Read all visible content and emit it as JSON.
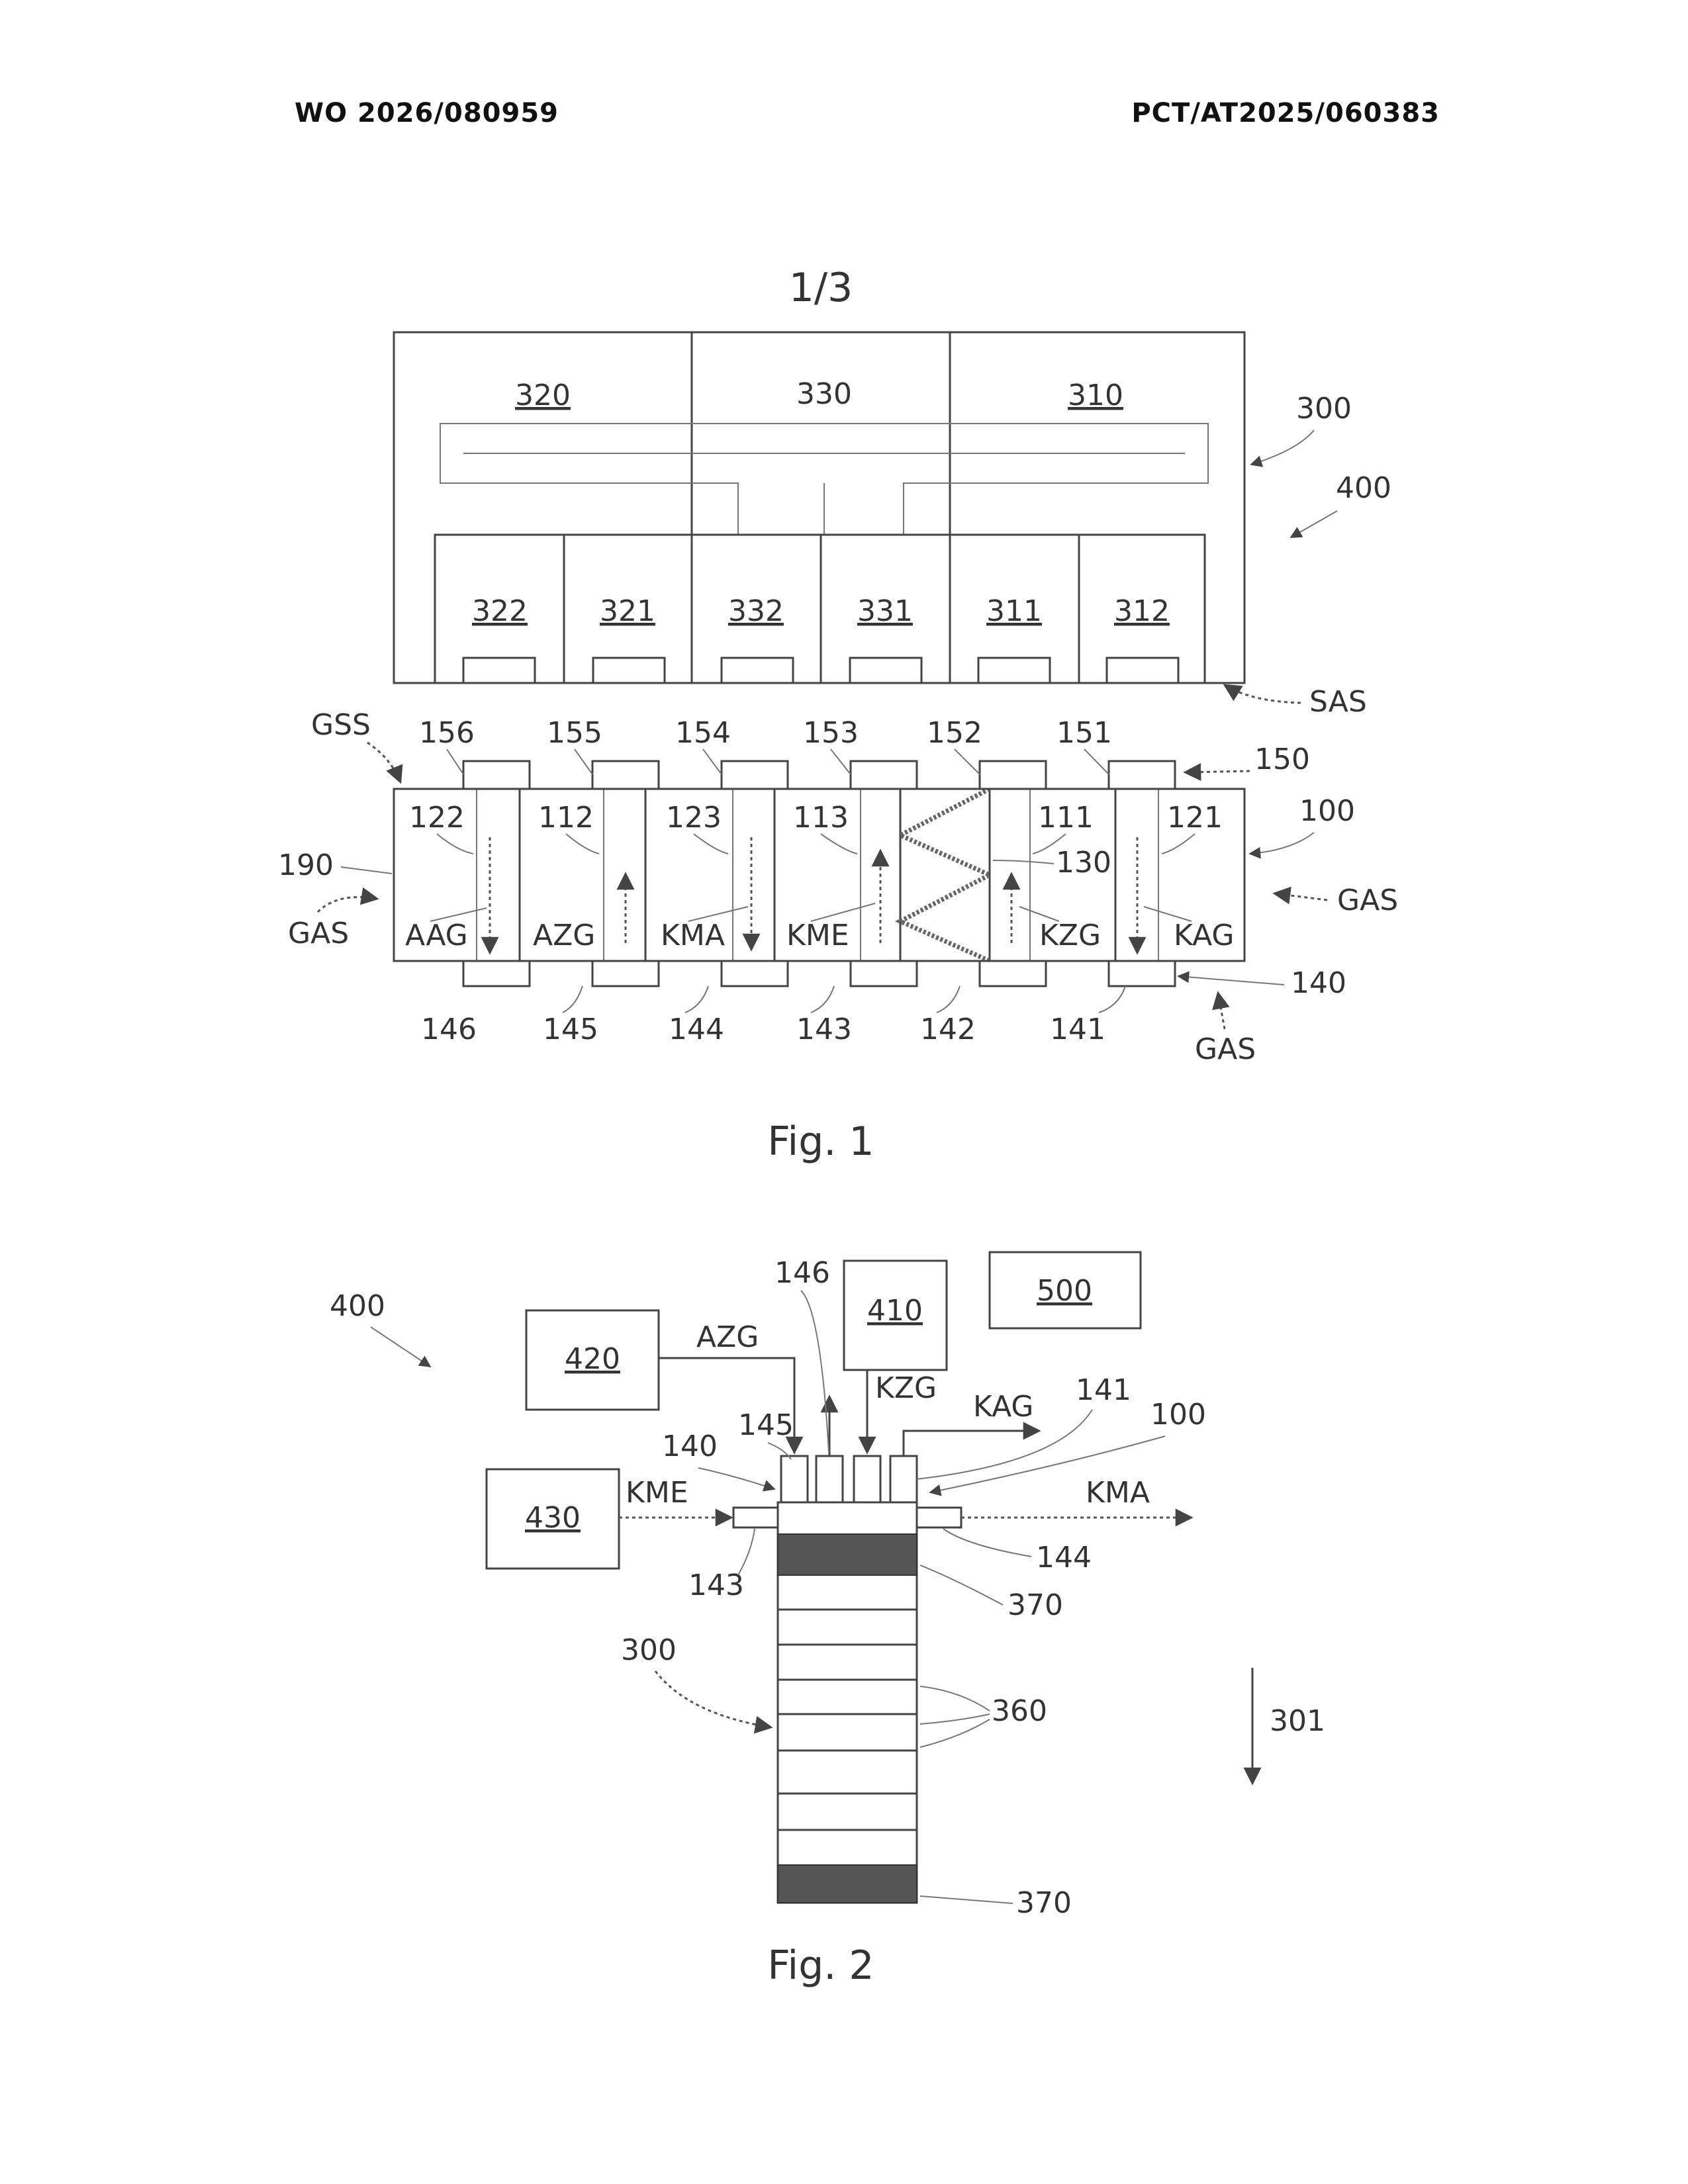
{
  "header": {
    "left": "WO 2026/080959",
    "right": "PCT/AT2025/060383"
  },
  "sheet": "1/3",
  "fig1": {
    "caption": "Fig. 1",
    "top_labels": [
      "320",
      "330",
      "310"
    ],
    "module_labels": [
      "322",
      "321",
      "332",
      "331",
      "311",
      "312"
    ],
    "ref_300": "300",
    "ref_400": "400",
    "ref_SAS": "SAS",
    "ref_GSS": "GSS",
    "ref_150": "150",
    "ref_100": "100",
    "ref_190": "190",
    "ref_140": "140",
    "gas": "GAS",
    "top_ports": [
      "156",
      "155",
      "154",
      "153",
      "152",
      "151"
    ],
    "bottom_ports": [
      "146",
      "145",
      "144",
      "143",
      "142",
      "141"
    ],
    "channel_refs": [
      "122",
      "112",
      "123",
      "113",
      "111",
      "121"
    ],
    "ref_130": "130",
    "flow_labels": [
      "AAG",
      "AZG",
      "KMA",
      "KME",
      "KZG",
      "KAG"
    ]
  },
  "fig2": {
    "caption": "Fig. 2",
    "ref_400": "400",
    "box_410": "410",
    "box_420": "420",
    "box_430": "430",
    "box_500": "500",
    "azg": "AZG",
    "kzg": "KZG",
    "kag": "KAG",
    "kme": "KME",
    "kma": "KMA",
    "ref_146": "146",
    "ref_145": "145",
    "ref_140": "140",
    "ref_141": "141",
    "ref_100": "100",
    "ref_143": "143",
    "ref_144": "144",
    "ref_370a": "370",
    "ref_370b": "370",
    "ref_300": "300",
    "ref_360": "360",
    "ref_301": "301"
  }
}
